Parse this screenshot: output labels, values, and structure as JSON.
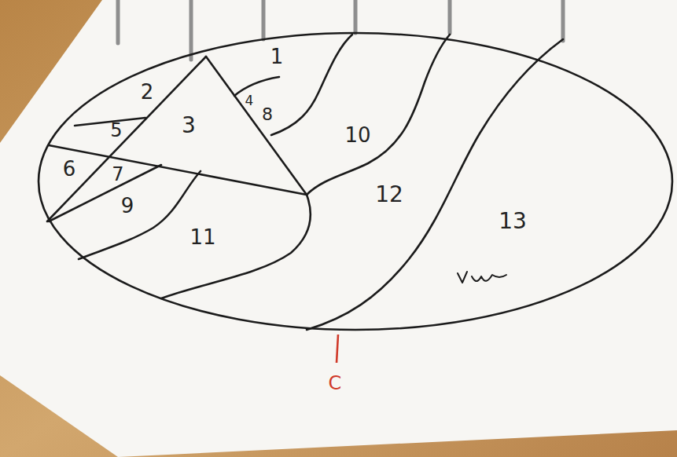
{
  "diagram": {
    "labels": [
      "1",
      "2",
      "4",
      "8",
      "3",
      "5",
      "6",
      "7",
      "9",
      "10",
      "11",
      "12",
      "13",
      "C"
    ]
  }
}
